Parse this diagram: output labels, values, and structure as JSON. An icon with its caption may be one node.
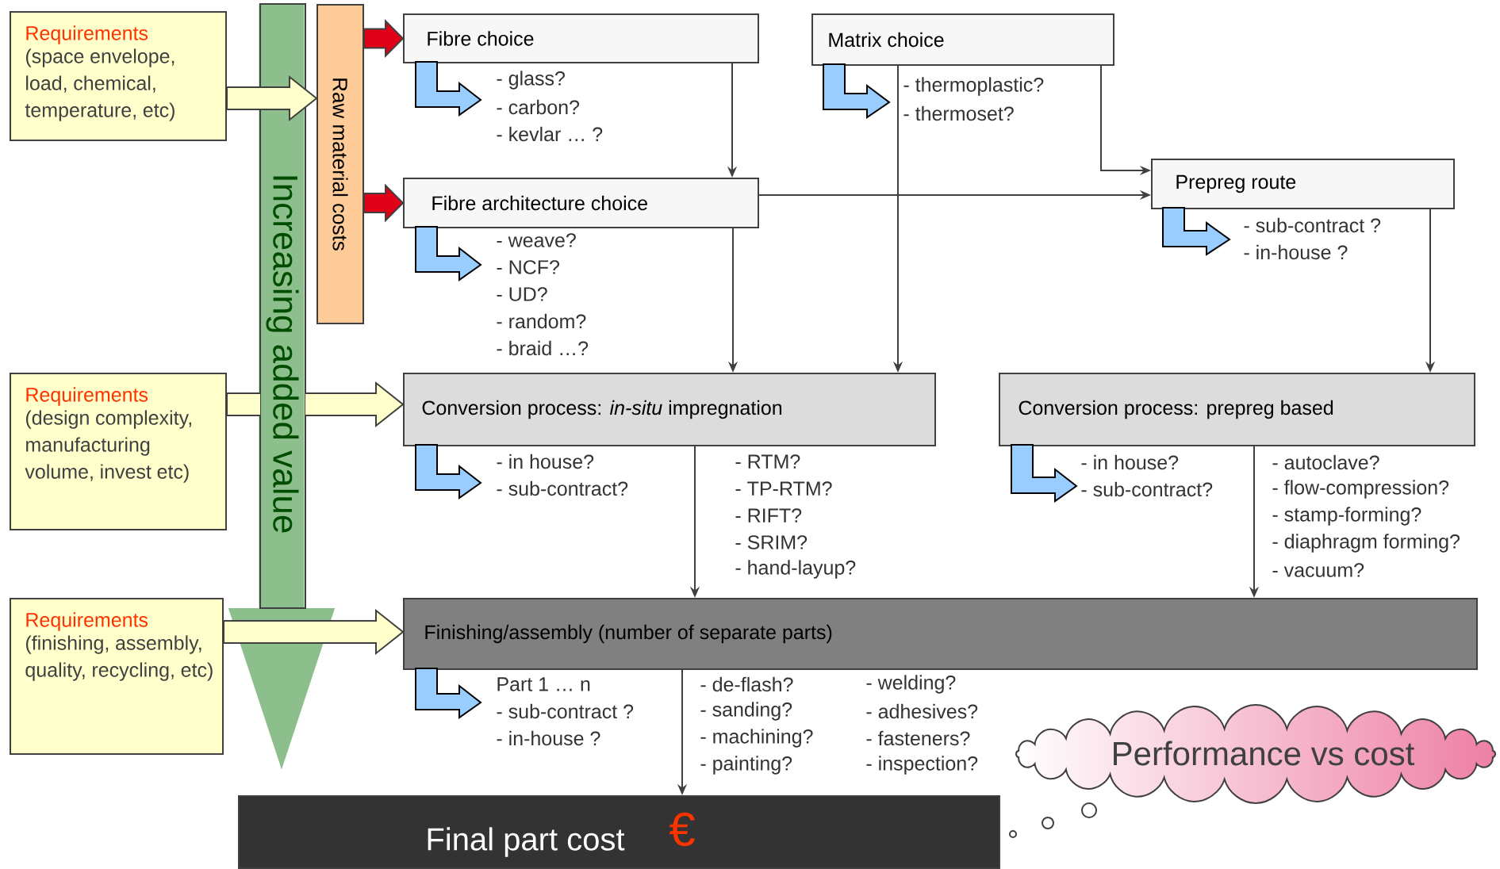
{
  "diagram": {
    "nodes": [
      {
        "text": [
          "Requirements",
          "(space envelope, load, chemical, temperature, etc)"
        ]
      },
      {
        "text": [
          "Requirements",
          "(design complexity, manufacturing volume, invest etc)"
        ]
      },
      {
        "text": [
          "Requirements",
          "(finishing, assembly, quality, recycling, etc)"
        ]
      },
      {
        "text": [
          "Raw material costs"
        ]
      },
      {
        "text": [
          "Fibre choice"
        ],
        "beside": [
          "- glass?",
          "- carbon?",
          "- kevlar … ?"
        ]
      },
      {
        "text": [
          "Matrix choice"
        ],
        "beside": [
          "- thermoplastic?",
          "- thermoset?"
        ]
      },
      {
        "text": [
          "Fibre architecture choice"
        ],
        "beside": [
          "- weave?",
          "- NCF?",
          "- UD?",
          "- random?",
          "- braid …?"
        ]
      },
      {
        "text": [
          "Prepreg route"
        ],
        "beside": [
          "- sub-contract ?",
          "- in-house ?"
        ]
      },
      {
        "text": [
          "Conversion process: *in-situ* impregnation"
        ],
        "beside": [
          "- in house?",
          "- sub-contract?",
          "- RTM?",
          "- TP-RTM?",
          "- RIFT?",
          "- SRIM?",
          "- hand-layup?"
        ]
      },
      {
        "text": [
          "Conversion process: prepreg based"
        ],
        "beside": [
          "- in house?",
          "- sub-contract?",
          "- autoclave?",
          "- flow-compression?",
          "- stamp-forming?",
          "- diaphragm forming?",
          "- vacuum?"
        ]
      },
      {
        "text": [
          "Finishing/assembly (number of separate parts)"
        ],
        "beside": [
          "Part 1 … n",
          "- sub-contract ?",
          "- in-house ?",
          "- de-flash?",
          "- sanding?",
          "- machining?",
          "- painting?",
          "- welding?",
          "- adhesives?",
          "- fasteners?",
          "- inspection?"
        ]
      },
      {
        "text": [
          "Final part cost",
          "€"
        ]
      },
      {
        "text": [
          "Performance vs cost"
        ]
      }
    ],
    "edges": [
      {
        "from": 0,
        "to": 3,
        "arrow": "to",
        "style": "thick",
        "color": "#ffffcc"
      },
      {
        "from": 3,
        "to": 4,
        "arrow": "to",
        "style": "thick",
        "color": "#e00018"
      },
      {
        "from": 3,
        "to": 6,
        "arrow": "to",
        "style": "thick",
        "color": "#e00018"
      },
      {
        "from": 1,
        "to": 8,
        "arrow": "to",
        "style": "thick",
        "color": "#ffffcc"
      },
      {
        "from": 2,
        "to": 10,
        "arrow": "to",
        "style": "thick",
        "color": "#ffffcc"
      },
      {
        "from": 4,
        "to": 6,
        "arrow": "to"
      },
      {
        "from": 6,
        "to": 7,
        "arrow": "to"
      },
      {
        "from": 5,
        "to": 7,
        "arrow": "to"
      },
      {
        "from": 5,
        "to": 8,
        "arrow": "to"
      },
      {
        "from": 6,
        "to": 8,
        "arrow": "to"
      },
      {
        "from": 7,
        "to": 9,
        "arrow": "to"
      },
      {
        "from": 8,
        "to": 10,
        "arrow": "to"
      },
      {
        "from": 9,
        "to": 10,
        "arrow": "to"
      },
      {
        "from": 10,
        "to": 11,
        "arrow": "to"
      },
      {
        "from": null,
        "to": 11,
        "arrow": "to",
        "label": "Increasing added value",
        "style": "thick",
        "color": "#8cbf8c"
      }
    ]
  }
}
